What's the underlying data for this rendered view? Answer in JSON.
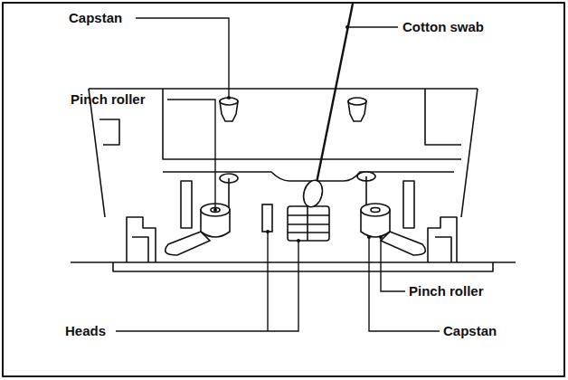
{
  "diagram": {
    "labels": [
      "Capstan",
      "Cotton swab",
      "Pinch roller",
      "Heads",
      "Pinch roller",
      "Capstan"
    ]
  }
}
